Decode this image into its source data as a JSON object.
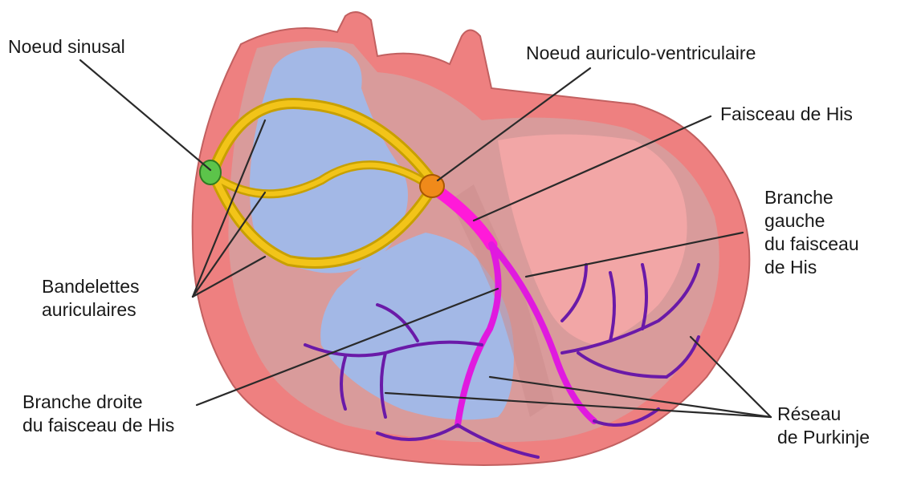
{
  "labels": {
    "noeud_sinusal": "Noeud sinusal",
    "noeud_av": "Noeud auriculo-ventriculaire",
    "faisceau_his": "Faisceau de His",
    "branche_gauche": [
      "Branche",
      "gauche",
      "du faisceau",
      "de His"
    ],
    "bandelettes": [
      "Bandelettes",
      "auriculaires"
    ],
    "branche_droite": [
      "Branche droite",
      "du faisceau de His"
    ],
    "purkinje": [
      "Réseau",
      "de Purkinje"
    ]
  },
  "colors": {
    "heart_outer": "#ee8080",
    "heart_wall": "#d99b9b",
    "chamber": "#a3b8e6",
    "bandelettes": "#f2c419",
    "noeud_sinusal": "#5cc44a",
    "noeud_av": "#f08a1a",
    "faisceau": "#ff1ad9",
    "purkinje": "#6a1aa8"
  },
  "icons": [
    "heart-diagram-illustration"
  ]
}
